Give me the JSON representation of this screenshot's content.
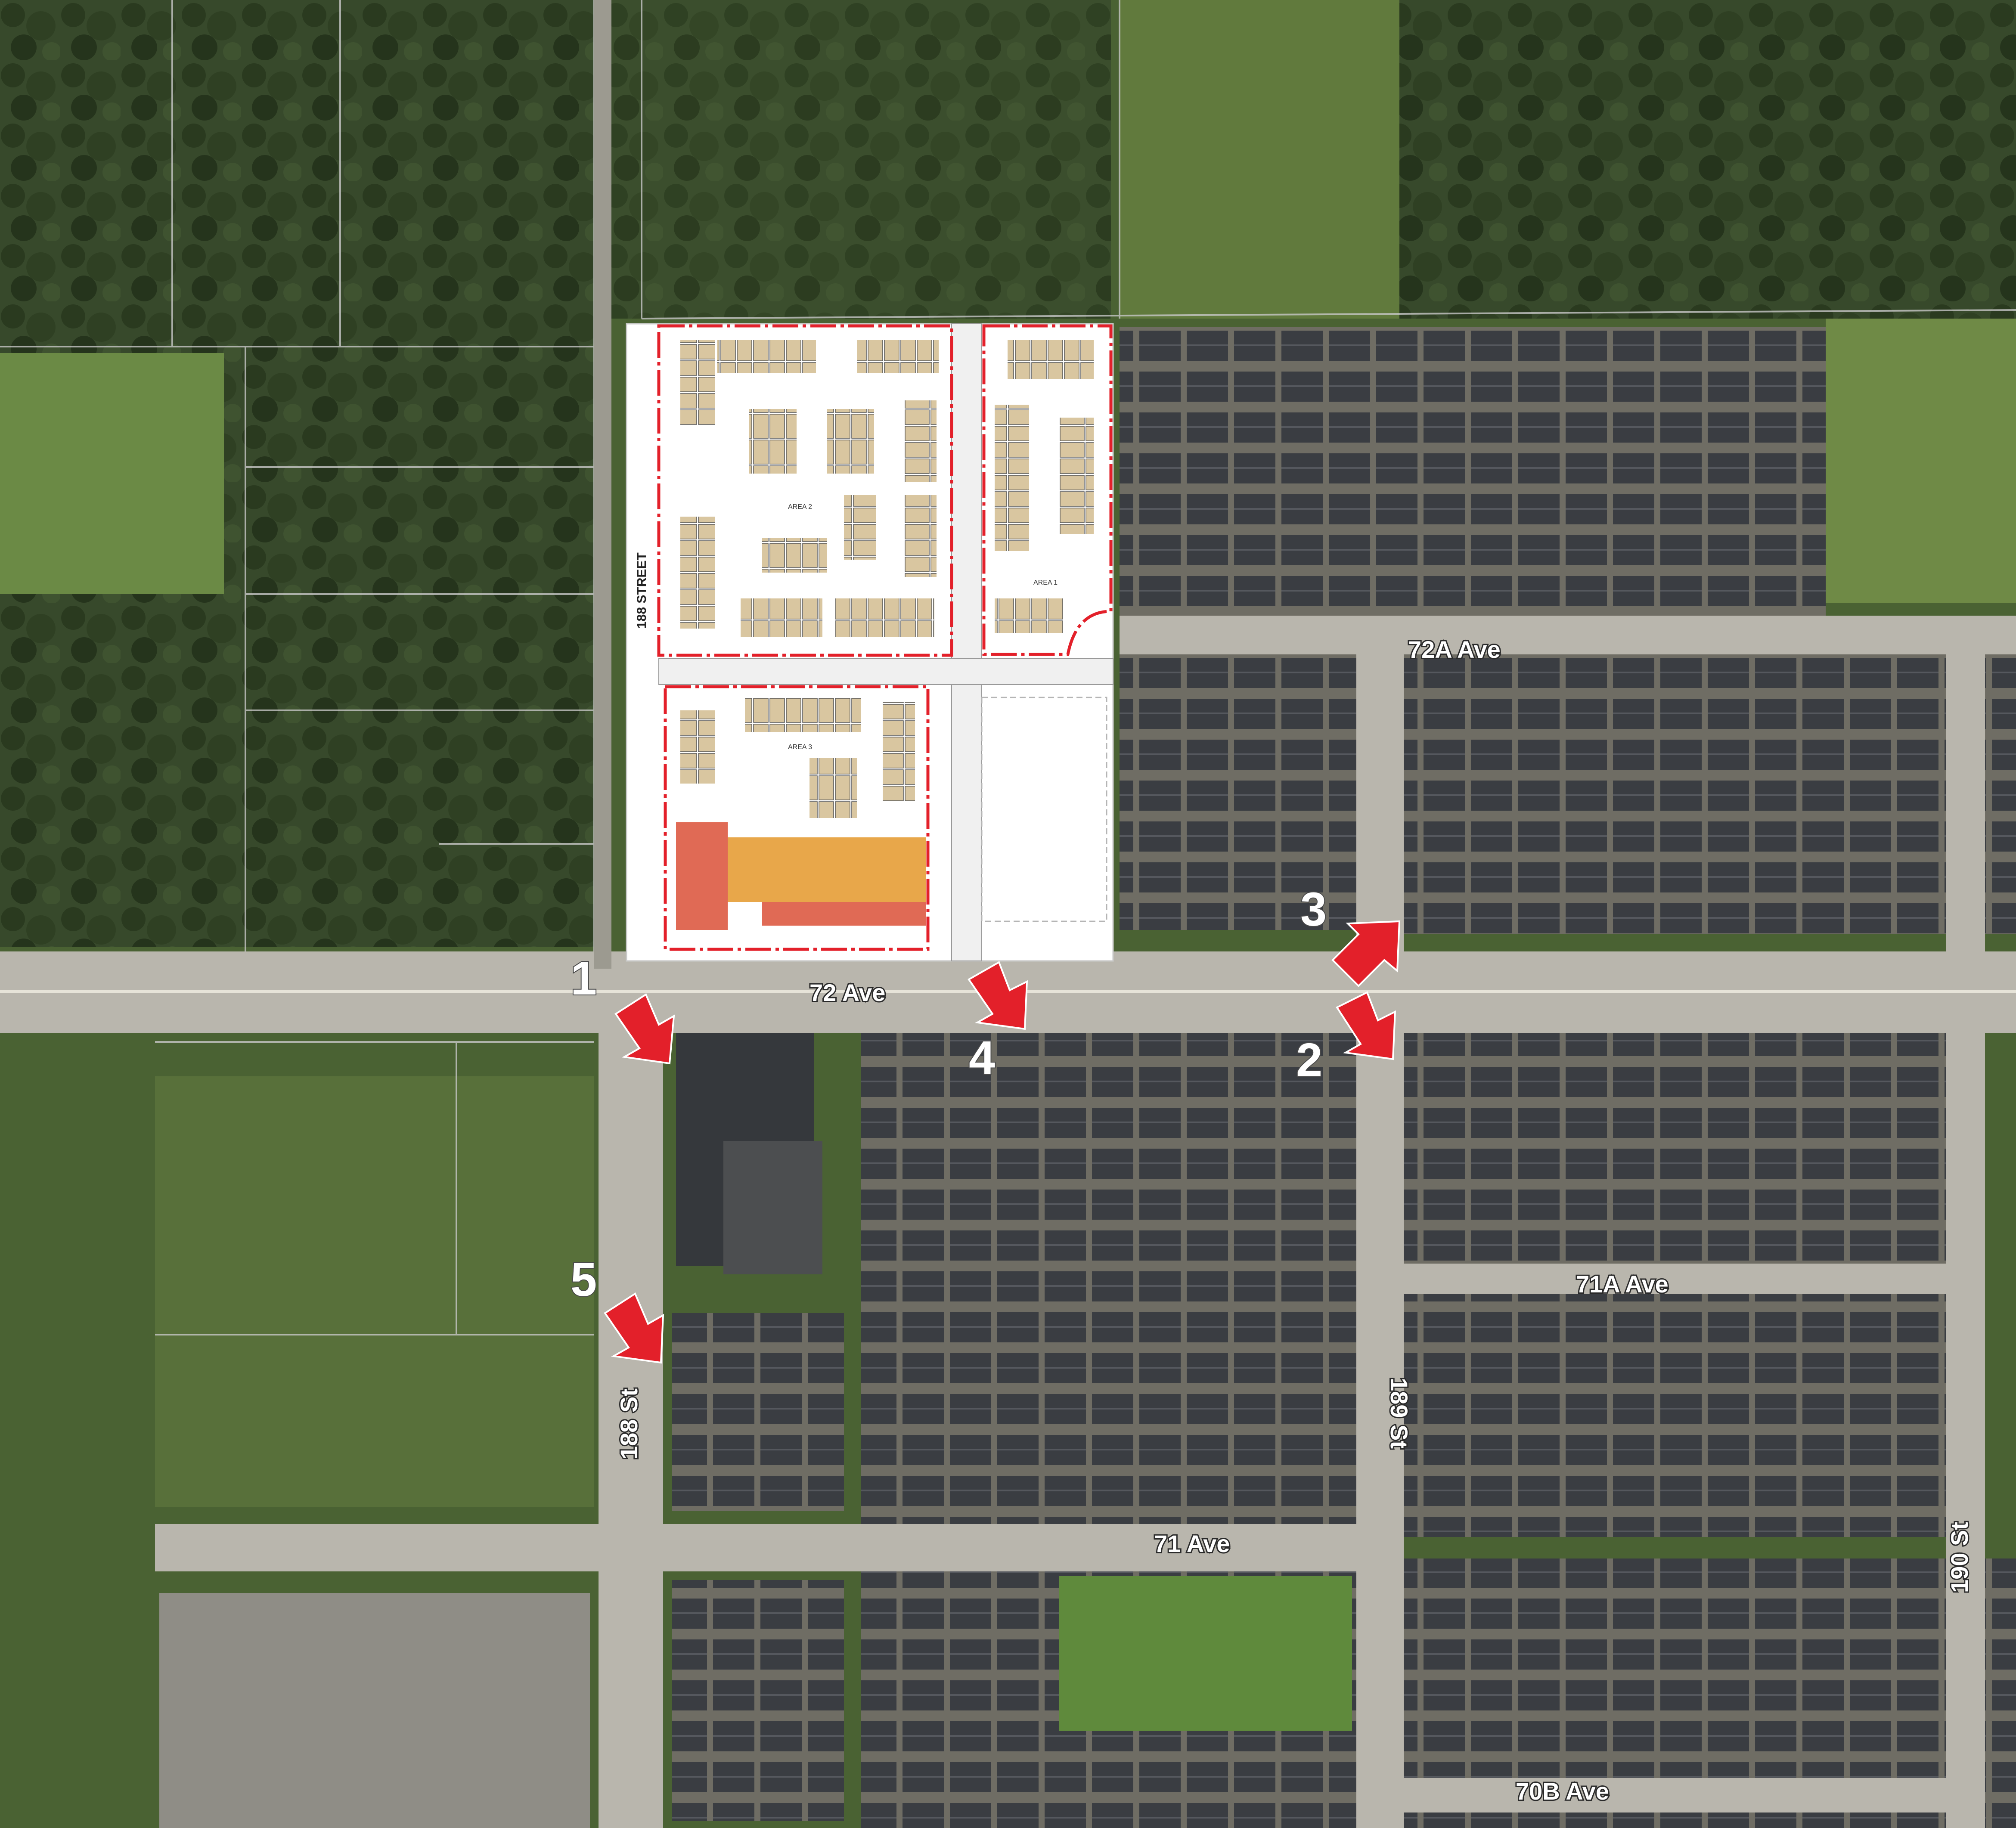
{
  "colors": {
    "grass": "#5f7d3c",
    "forest": "#2e3d22",
    "road": "#b9b6ad",
    "roof": "#3a3d42",
    "red_outline": "#e3202a",
    "arrow": "#e3202a",
    "plan_unit": "#d9c6a0",
    "plan_commercial": "#e8a74a",
    "plan_commercial2": "#e06a55"
  },
  "streets": {
    "ave_72": "72 Ave",
    "ave_72a": "72A Ave",
    "ave_71a": "71A Ave",
    "ave_71": "71 Ave",
    "ave_70b": "70B Ave",
    "st_188": "188 St",
    "st_189": "189 St",
    "st_190": "190 St"
  },
  "site_plan": {
    "street_label": "188 STREET",
    "area1": "AREA 1",
    "area2": "AREA 2",
    "area3": "AREA 3"
  },
  "viewpoints": [
    {
      "number": "1",
      "icon": "arrow-icon"
    },
    {
      "number": "2",
      "icon": "arrow-icon"
    },
    {
      "number": "3",
      "icon": "arrow-icon"
    },
    {
      "number": "4",
      "icon": "arrow-icon"
    },
    {
      "number": "5",
      "icon": "arrow-icon"
    }
  ]
}
